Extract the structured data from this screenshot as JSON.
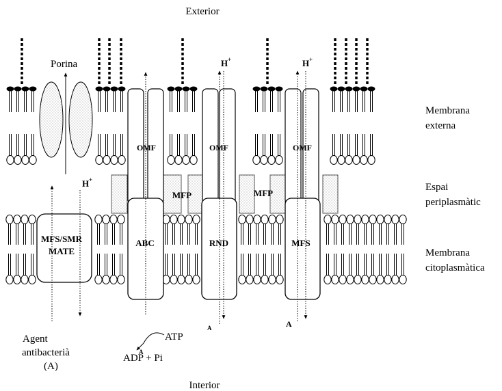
{
  "regions": {
    "top": "Exterior",
    "bottom": "Interior"
  },
  "side_labels": {
    "outer_membrane_1": "Membrana",
    "outer_membrane_2": "externa",
    "periplasm_1": "Espai",
    "periplasm_2": "periplasmàtic",
    "inner_membrane_1": "Membrana",
    "inner_membrane_2": "citoplasmàtica"
  },
  "porin": {
    "label": "Porina"
  },
  "proton": {
    "symbol": "H",
    "charge": "+"
  },
  "outer_channels": {
    "label": "OMF"
  },
  "fusion_proteins": {
    "label": "MFP"
  },
  "transporters": {
    "mfs_smr_mate_1": "MFS/SMR",
    "mfs_smr_mate_2": "MATE",
    "abc": "ABC",
    "rnd": "RND",
    "mfs": "MFS"
  },
  "substrate_marker": "A",
  "energy": {
    "atp": "ATP",
    "adp": "ADP + Pi"
  },
  "agent": {
    "line1": "Agent",
    "line2": "antibacterià",
    "line3": "(A)"
  }
}
